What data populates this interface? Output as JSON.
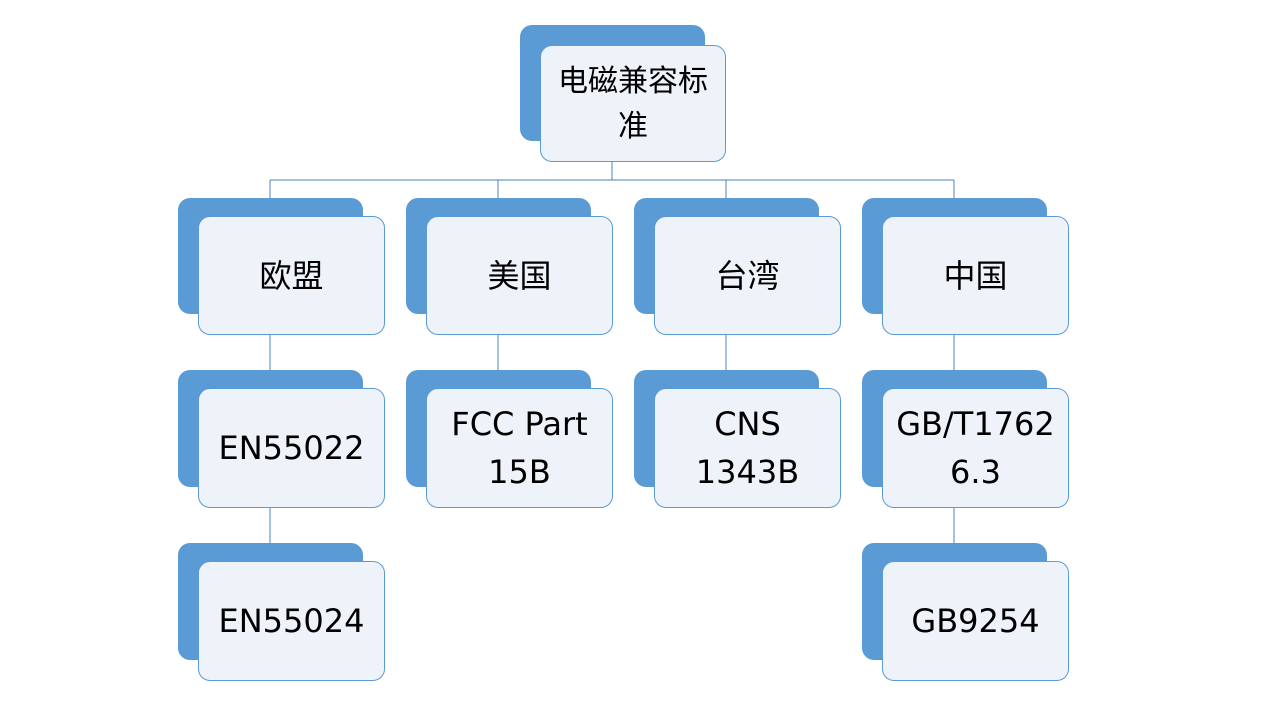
{
  "colors": {
    "back_fill": "#5b9bd5",
    "front_fill": "#eef3fa",
    "front_border": "#5b9bd5",
    "connector": "#4f81bd",
    "text": "#000000"
  },
  "root": {
    "label_line1": "电磁兼容标",
    "label_line2": "准"
  },
  "regions": [
    {
      "label": "欧盟",
      "standards": [
        {
          "line1": "EN55022"
        },
        {
          "line1": "EN55024"
        }
      ]
    },
    {
      "label": "美国",
      "standards": [
        {
          "line1": "FCC Part",
          "line2": "15B"
        }
      ]
    },
    {
      "label": "台湾",
      "standards": [
        {
          "line1": "CNS",
          "line2": "1343B"
        }
      ]
    },
    {
      "label": "中国",
      "standards": [
        {
          "line1": "GB/T1762",
          "line2": "6.3"
        },
        {
          "line1": "GB9254"
        }
      ]
    }
  ]
}
